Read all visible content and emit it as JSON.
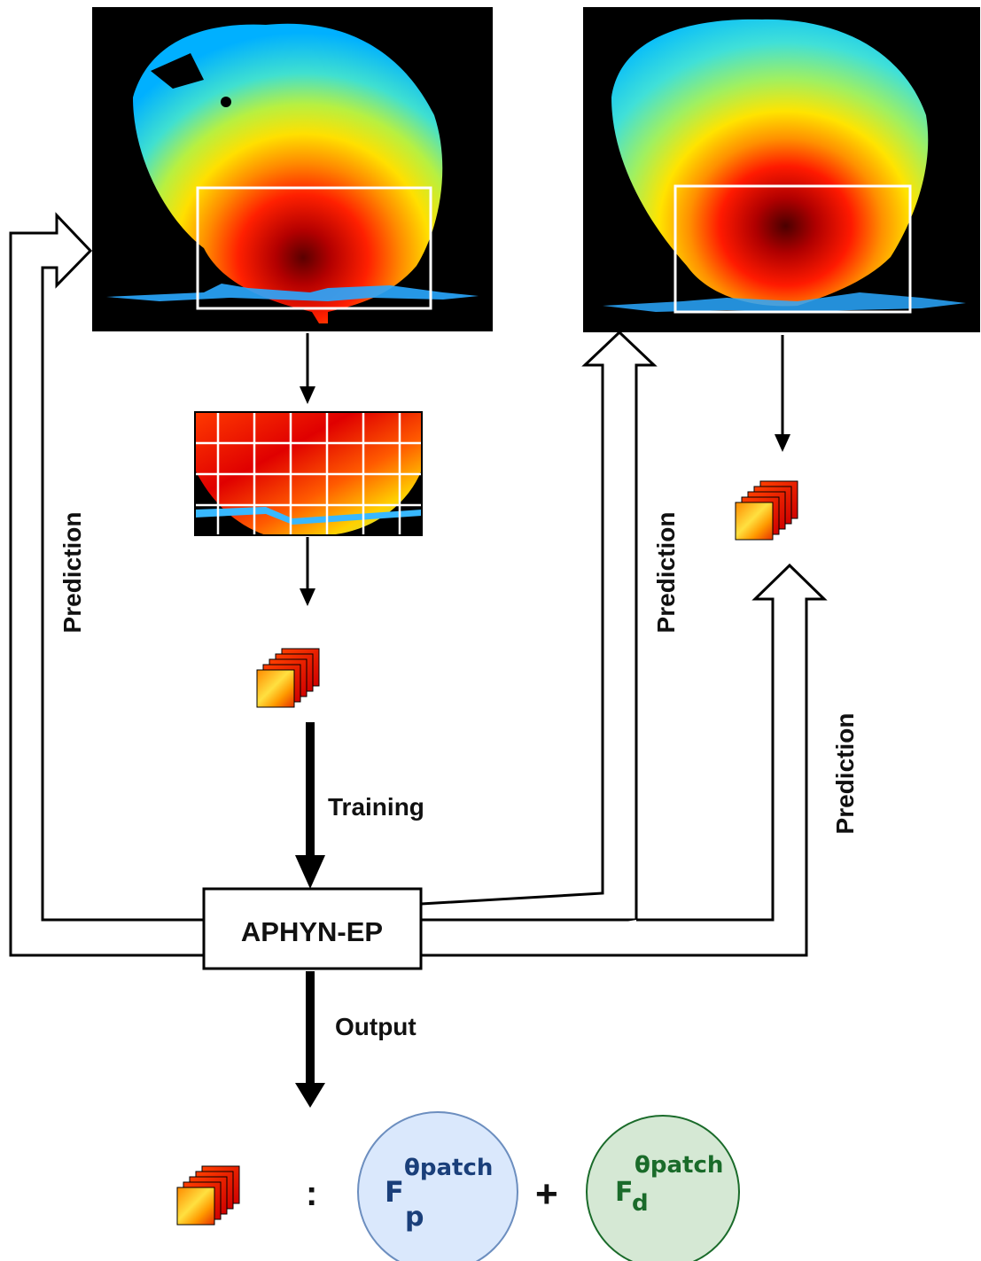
{
  "labels": {
    "model": "APHYN-EP",
    "training": "Training",
    "output": "Output",
    "prediction_left": "Prediction",
    "prediction_middle": "Prediction",
    "prediction_right": "Prediction",
    "colon": ":",
    "plus": "+"
  },
  "formula": {
    "fp_base": "F",
    "fp_sub": "p",
    "fp_sup": "θpatch",
    "fd_base": "F",
    "fd_sub": "d",
    "fd_sup": "θpatch"
  },
  "colors": {
    "fp_fill": "#dae8fc",
    "fp_stroke": "#6c8ebf",
    "fd_fill": "#d5e8d4",
    "fd_stroke": "#1a6b2a",
    "fp_text": "#1a3f7a",
    "fd_text": "#1a6b2a",
    "heat_hot": "#cc0000",
    "heat_cold": "#4fd8ff"
  },
  "icons": {
    "heatmap_left": "cardiac-heatmap",
    "heatmap_right": "cardiac-heatmap",
    "grid_patch": "patch-grid",
    "patch_stack": "patch-stack"
  }
}
